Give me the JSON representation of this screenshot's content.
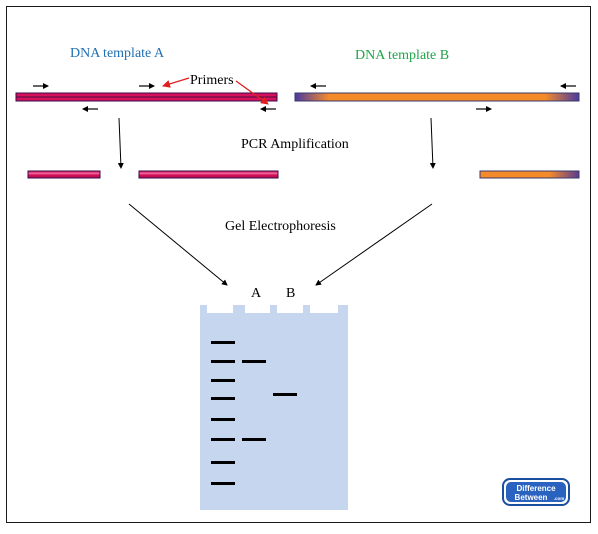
{
  "labels": {
    "template_a": "DNA template A",
    "template_b": "DNA template B",
    "primers": "Primers",
    "pcr": "PCR Amplification",
    "gel": "Gel Electrophoresis",
    "lane_a": "A",
    "lane_b": "B"
  },
  "logo": {
    "line1": "Difference",
    "line2": "Between",
    "suffix": ".com"
  },
  "colors": {
    "template_a": "#d6105a",
    "template_a_stripe": "#3a0a4a",
    "template_b": "#f58a2a",
    "template_b_accent": "#3a3a9a",
    "label_a": "#1f6fb4",
    "label_b": "#22a34a",
    "gel": "#c6d6ee",
    "band": "#000000",
    "primer_pointer": "#e02020",
    "frame": "#1a4fa0"
  },
  "gel": {
    "ladder_band_count": 8,
    "lane_a_band_count": 2,
    "lane_b_band_count": 1
  }
}
